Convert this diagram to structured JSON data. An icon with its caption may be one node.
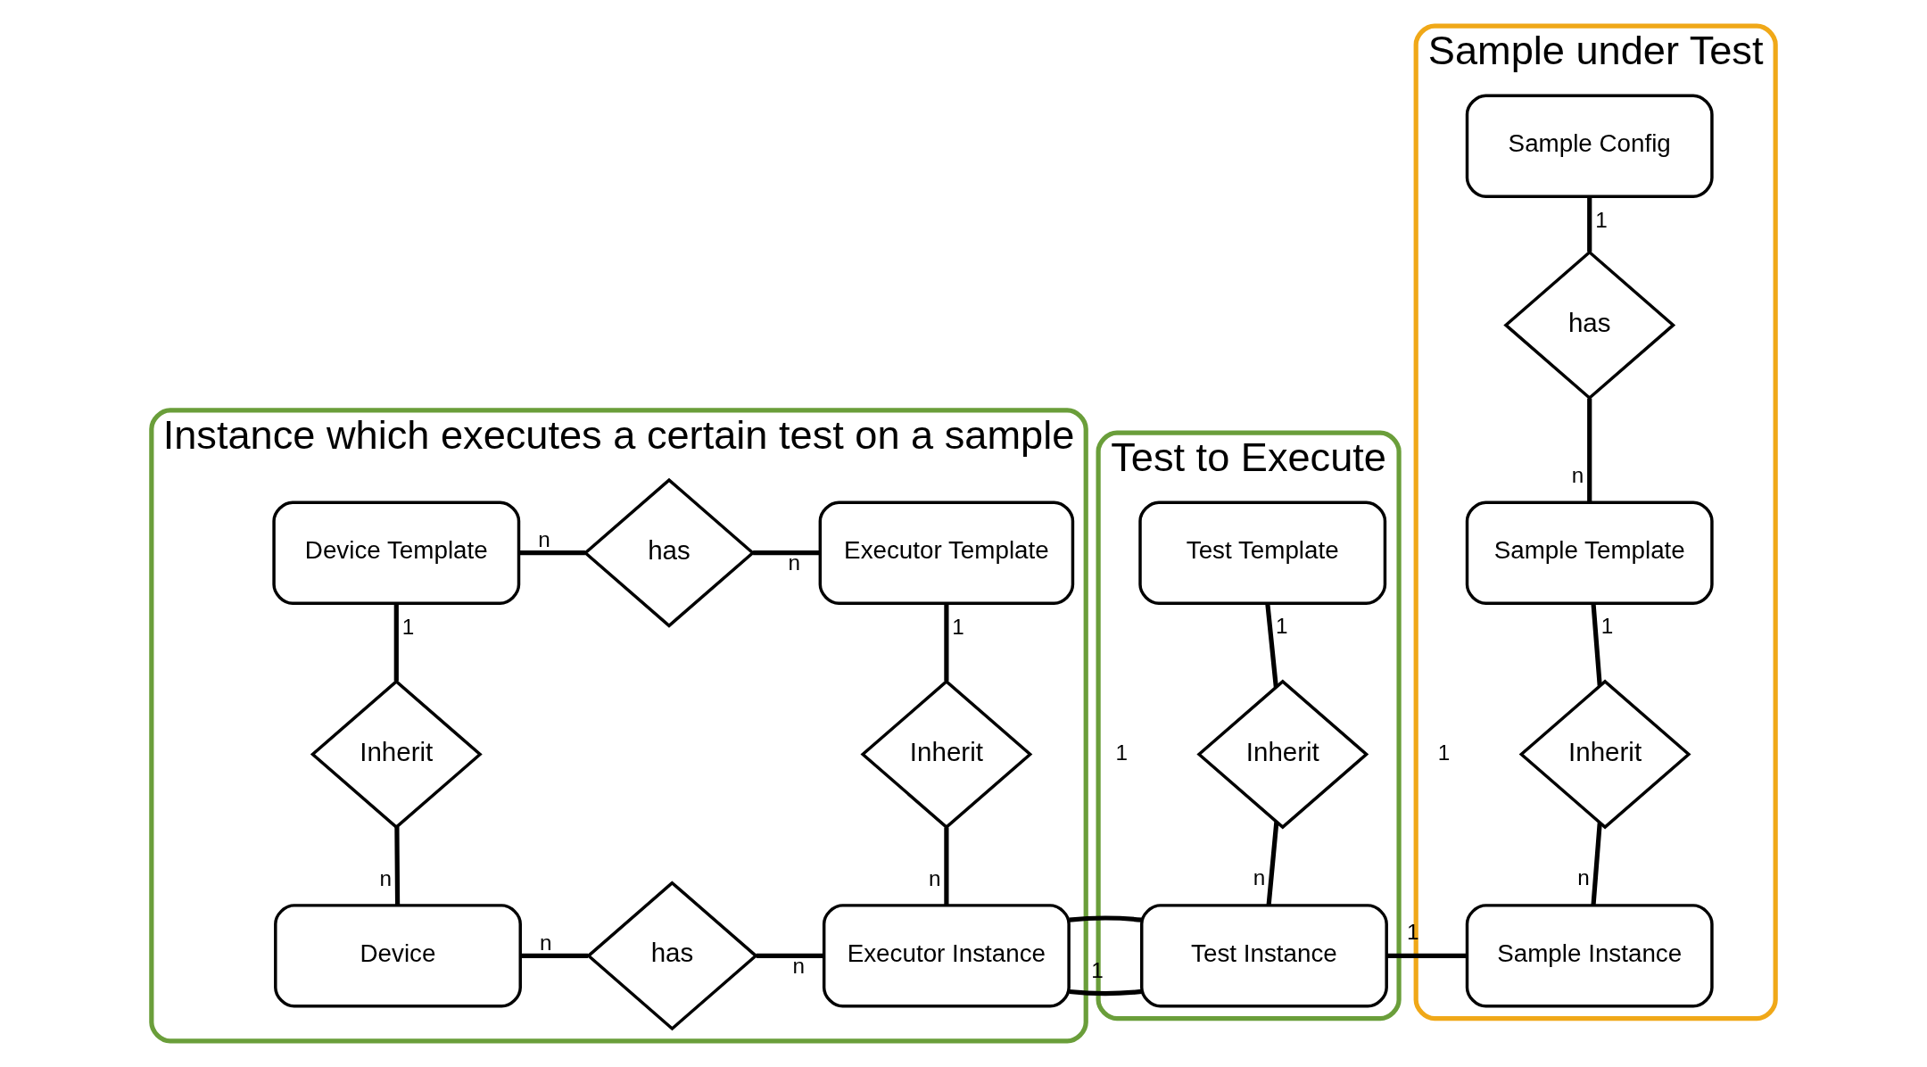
{
  "diagram": {
    "nodes": [
      {
        "text": [
          "Instance which executes a certain test on a sample"
        ]
      },
      {
        "text": [
          "Device Template"
        ],
        "in": 0
      },
      {
        "text": [
          "has"
        ],
        "in": 0
      },
      {
        "text": [
          "Executor Template"
        ],
        "in": 0
      },
      {
        "text": [
          "Inherit"
        ],
        "in": 0
      },
      {
        "text": [
          "Inherit"
        ],
        "in": 0
      },
      {
        "text": [
          "Device"
        ],
        "in": 0
      },
      {
        "text": [
          "has"
        ],
        "in": 0
      },
      {
        "text": [
          "Executor Instance"
        ],
        "in": 0
      },
      {
        "text": [
          "Test to Execute"
        ]
      },
      {
        "text": [
          "Test Template"
        ],
        "in": 9
      },
      {
        "text": [
          "Inherit"
        ],
        "in": 9
      },
      {
        "text": [
          "Test Instance"
        ],
        "in": 9
      },
      {
        "text": [
          "Sample under Test"
        ]
      },
      {
        "text": [
          "Sample Config"
        ],
        "in": 13
      },
      {
        "text": [
          "has"
        ],
        "in": 13
      },
      {
        "text": [
          "Sample Template"
        ],
        "in": 13
      },
      {
        "text": [
          "Inherit"
        ],
        "in": 13
      },
      {
        "text": [
          "Sample Instance"
        ],
        "in": 13
      }
    ],
    "edges": [
      {
        "from": 1,
        "to": 2,
        "arrow": "none",
        "label": "n"
      },
      {
        "from": 3,
        "to": 2,
        "arrow": "none",
        "label": "n"
      },
      {
        "from": 1,
        "to": 4,
        "arrow": "none",
        "label": "1"
      },
      {
        "from": 3,
        "to": 5,
        "arrow": "none",
        "label": "1"
      },
      {
        "from": 6,
        "to": 4,
        "arrow": "none",
        "label": "n"
      },
      {
        "from": 8,
        "to": 5,
        "arrow": "none",
        "label": "n"
      },
      {
        "from": 6,
        "to": 7,
        "arrow": "none",
        "label": "n"
      },
      {
        "from": 8,
        "to": 7,
        "arrow": "none",
        "label": "n"
      },
      {
        "from": 8,
        "to": 12,
        "arrow": "none",
        "label": "1"
      },
      {
        "from": 10,
        "to": 11,
        "arrow": "none",
        "label": "1"
      },
      {
        "from": 12,
        "to": 11,
        "arrow": "none",
        "label": "n"
      },
      {
        "from": 12,
        "to": 18,
        "arrow": "none",
        "label": "1"
      },
      {
        "from": 14,
        "to": 15,
        "arrow": "none",
        "label": "1"
      },
      {
        "from": 16,
        "to": 15,
        "arrow": "none",
        "label": "n"
      },
      {
        "from": 16,
        "to": 17,
        "arrow": "none",
        "label": "1"
      },
      {
        "from": 18,
        "to": 17,
        "arrow": "none",
        "label": "n"
      }
    ],
    "labels": [
      "1",
      "1"
    ]
  }
}
